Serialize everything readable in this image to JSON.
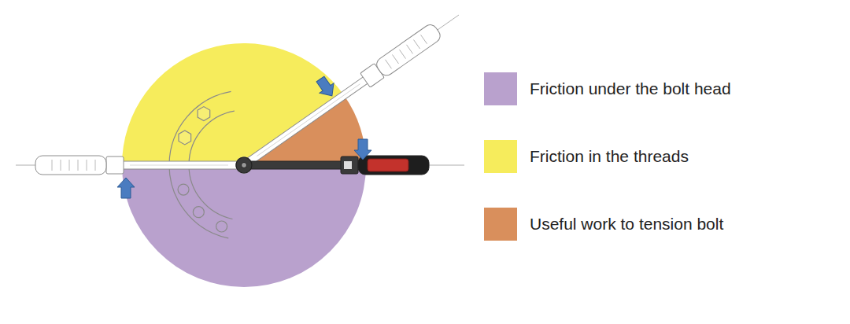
{
  "diagram": {
    "legend": [
      {
        "text": "Friction under the bolt head",
        "color": "#b9a1cd"
      },
      {
        "text": "Friction in the threads",
        "color": "#f6ec5c"
      },
      {
        "text": "Useful work to tension bolt",
        "color": "#d98f5c"
      }
    ]
  }
}
